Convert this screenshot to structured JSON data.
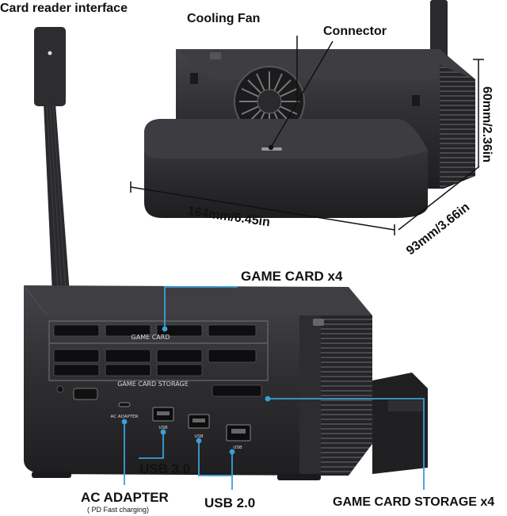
{
  "labels": {
    "card_reader": "Card reader interface",
    "cooling_fan": "Cooling Fan",
    "connector": "Connector",
    "height_dim": "60mm/2.36in",
    "width_dim": "164mm/6.45in",
    "depth_dim": "93mm/3.66in",
    "game_card": "GAME CARD x4",
    "usb30": "USB 3.0",
    "usb20": "USB 2.0",
    "ac_adapter": "AC ADAPTER",
    "pd_fast": "( PD Fast charging)",
    "game_card_storage": "GAME CARD STORAGE x4"
  },
  "device_text": {
    "game_card": "GAME CARD",
    "game_card_storage": "GAME CARD STORAGE",
    "ac_adapter": "AC ADAPTER",
    "usb_a": "USB",
    "usb_b": "USB",
    "usb_c": "USB"
  },
  "colors": {
    "body": "#2b2b2e",
    "body_light": "#3a3a3e",
    "accent_line": "#3aa0d8",
    "text": "#111111"
  }
}
